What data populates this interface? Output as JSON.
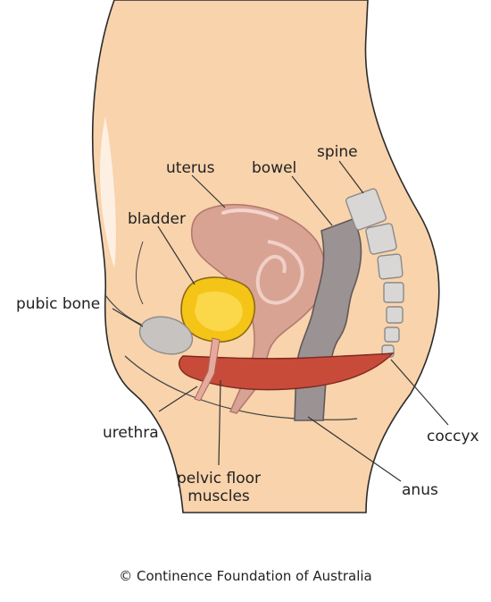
{
  "labels": {
    "uterus": "uterus",
    "bowel": "bowel",
    "spine": "spine",
    "bladder": "bladder",
    "pubic_bone": "pubic bone",
    "urethra": "urethra",
    "pelvic_floor_line1": "pelvic floor",
    "pelvic_floor_line2": "muscles",
    "coccyx": "coccyx",
    "anus": "anus"
  },
  "copyright": "© Continence Foundation of Australia",
  "colors": {
    "skin": "#f8d3ac",
    "skin_outline": "#2b2b2b",
    "uterus": "#d9a394",
    "uterus_outline": "#b27a6e",
    "bladder": "#f4c417",
    "bladder_outline": "#8a6a12",
    "bowel": "#9b9393",
    "bowel_outline": "#5f5959",
    "bone": "#c6c3c1",
    "spine": "#d9d7d6",
    "muscle": "#c84b3a",
    "muscle_outline": "#7e2a20",
    "leader": "#333333"
  }
}
